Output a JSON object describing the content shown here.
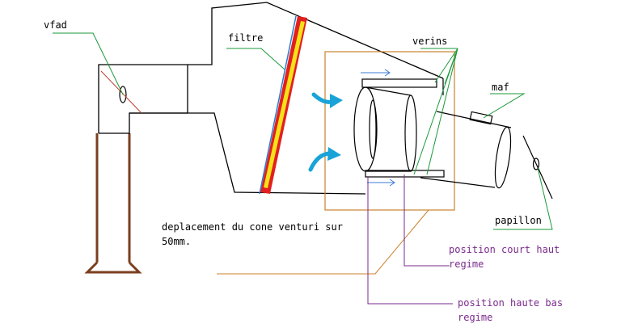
{
  "labels": {
    "vfad": "vfad",
    "filtre": "filtre",
    "verins": "verins",
    "maf": "maf",
    "papillon": "papillon",
    "note_line1": "deplacement du cone venturi sur",
    "note_line2": "50mm.",
    "pos_court_line1": "position court haut",
    "pos_court_line2": "regime",
    "pos_haute_line1": "position haute bas",
    "pos_haute_line2": "regime"
  },
  "colors": {
    "outline": "#000000",
    "leader": "#1a9a3a",
    "brown": "#7b3f1f",
    "orange": "#c8822e",
    "blue_arrow": "#3a7bd5",
    "cyan_arrow": "#19a3d8",
    "filter_red": "#e32020",
    "filter_yellow": "#f2e21a",
    "filter_blue": "#2b7cd3",
    "purple": "#7a2a8c",
    "valve": "#c0392b"
  }
}
